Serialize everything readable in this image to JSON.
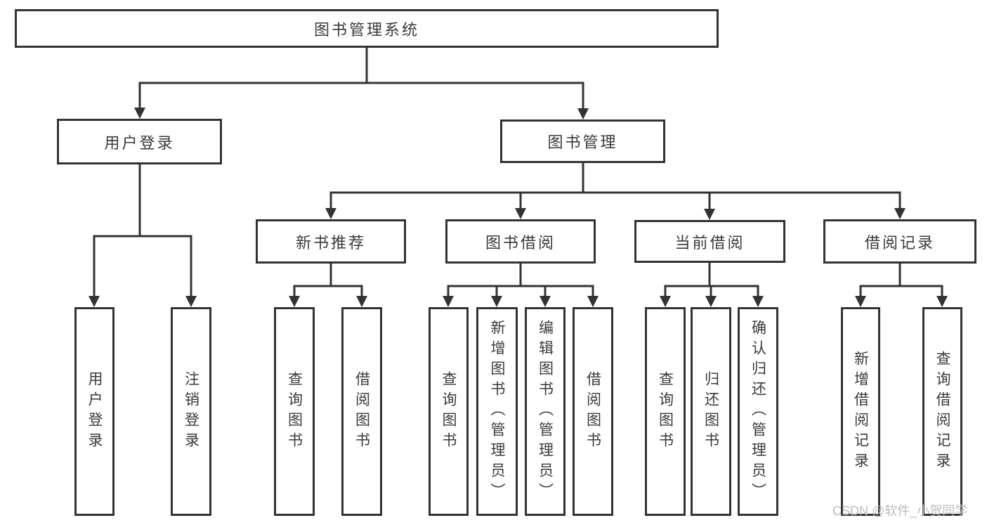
{
  "diagram": {
    "root": {
      "label": "图书管理系统"
    },
    "branches": [
      {
        "label": "用户登录",
        "children": [
          {
            "label": "用户登录"
          },
          {
            "label": "注销登录"
          }
        ]
      },
      {
        "label": "图书管理",
        "children": [
          {
            "label": "新书推荐",
            "children": [
              {
                "label": "查询图书"
              },
              {
                "label": "借阅图书"
              }
            ]
          },
          {
            "label": "图书借阅",
            "children": [
              {
                "label": "查询图书"
              },
              {
                "label": "新增图书（管理员）"
              },
              {
                "label": "编辑图书（管理员）"
              },
              {
                "label": "借阅图书"
              }
            ]
          },
          {
            "label": "当前借阅",
            "children": [
              {
                "label": "查询图书"
              },
              {
                "label": "归还图书"
              },
              {
                "label": "确认归还（管理员）"
              }
            ]
          },
          {
            "label": "借阅记录",
            "children": [
              {
                "label": "新增借阅记录"
              },
              {
                "label": "查询借阅记录"
              }
            ]
          }
        ]
      }
    ],
    "line_color": "#333333",
    "box_border_color": "#333333",
    "text_color": "#3a3a3a"
  },
  "watermark": {
    "text": "CSDN @软件_小贺同学",
    "color": "#bdbdbd"
  }
}
